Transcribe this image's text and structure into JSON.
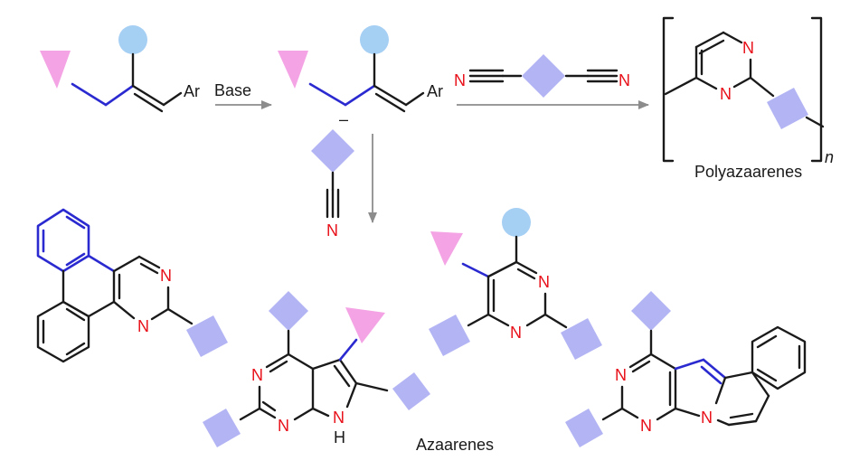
{
  "colors": {
    "bond_black": "#1a1a1a",
    "bond_blue": "#2a2ad0",
    "heteroatom_red": "#e8101a",
    "arrow_grey": "#8c8c8c",
    "triangle_pink": "#f4a3e4",
    "circle_blue": "#a6cff4",
    "diamond_lavender": "#b3b4f4"
  },
  "reagent": {
    "base_label": "Base"
  },
  "atoms": {
    "ar": "Ar",
    "nitrogen": "N",
    "hydrogen": "H",
    "charge": "–",
    "subscript_n": "n"
  },
  "products": {
    "polymer_label": "Polyazaarenes",
    "small_molecule_label": "Azaarenes"
  },
  "shapes": {
    "substituent_triangle": "pink-triangle",
    "substituent_circle": "blue-circle",
    "substituent_diamond": "lavender-diamond"
  }
}
